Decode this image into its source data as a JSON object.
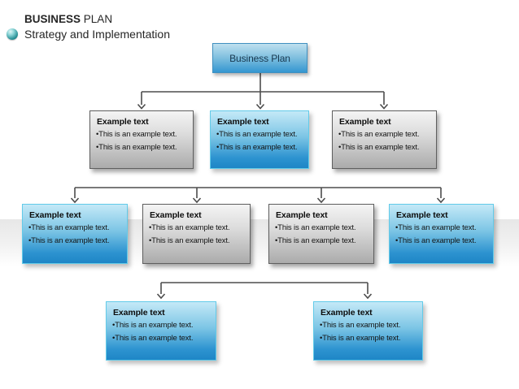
{
  "header": {
    "title_bold": "BUSINESS",
    "title_regular": "PLAN",
    "subtitle": "Strategy and Implementation",
    "bullet_icon": "teal-sphere-icon"
  },
  "colors": {
    "blue_box_top": "#c4e9f7",
    "blue_box_bottom": "#1e86c6",
    "blue_box_border": "#62cbe9",
    "gray_box_top": "#f4f4f4",
    "gray_box_bottom": "#ababab",
    "gray_box_border": "#5f5f5f",
    "root_box_border": "#4090c0",
    "connector": "#4d4d4d",
    "sphere_teal": "#2b9298",
    "background_band": "#e7e7e7",
    "text": "#262626"
  },
  "diagram": {
    "root": {
      "label": "Business Plan",
      "variant": "blue-root"
    },
    "rows": [
      {
        "boxes": [
          {
            "variant": "gray",
            "title": "Example text",
            "bullets": [
              "•This is an example text.",
              "•This is an example text."
            ]
          },
          {
            "variant": "blue",
            "title": "Example text",
            "bullets": [
              "•This is an example text.",
              "•This is an example text."
            ]
          },
          {
            "variant": "gray",
            "title": "Example text",
            "bullets": [
              "•This is an example text.",
              "•This is an example text."
            ]
          }
        ]
      },
      {
        "boxes": [
          {
            "variant": "blue",
            "title": "Example text",
            "bullets": [
              "•This is an example text.",
              "•This is an example text."
            ]
          },
          {
            "variant": "gray",
            "title": "Example text",
            "bullets": [
              "•This is an example text.",
              "•This is an example text."
            ]
          },
          {
            "variant": "gray",
            "title": "Example text",
            "bullets": [
              "•This is an example text.",
              "•This is an example text."
            ]
          },
          {
            "variant": "blue",
            "title": "Example text",
            "bullets": [
              "•This is an example text.",
              "•This is an example text."
            ]
          }
        ]
      },
      {
        "boxes": [
          {
            "variant": "blue",
            "title": "Example text",
            "bullets": [
              "•This is an example text.",
              "•This is an example text."
            ]
          },
          {
            "variant": "blue",
            "title": "Example text",
            "bullets": [
              "•This is an example text.",
              "•This is an example text."
            ]
          }
        ]
      }
    ]
  }
}
